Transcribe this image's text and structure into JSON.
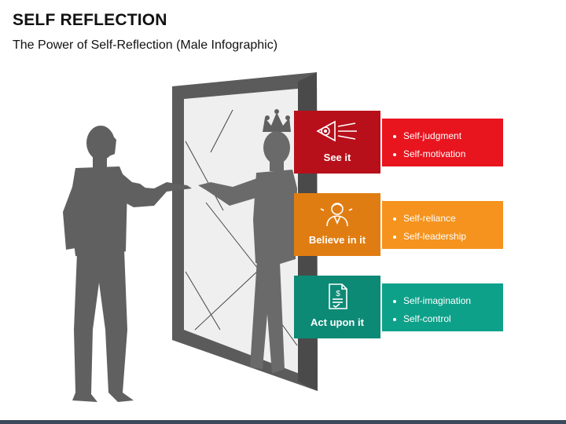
{
  "header": {
    "title": "SELF REFLECTION",
    "subtitle": "The Power of Self-Reflection (Male Infographic)"
  },
  "colors": {
    "silhouette": "#606060",
    "mirror_frame": "#5b5b5b",
    "mirror_glass": "#efefef",
    "red_dark": "#b8101a",
    "red": "#e8141e",
    "orange_dark": "#e07d12",
    "orange": "#f5931e",
    "teal_dark": "#0d8a76",
    "teal": "#0ea18a",
    "footer": "#3c4a5c"
  },
  "steps": [
    {
      "label": "See it",
      "icon": "eye-vision-icon",
      "items": [
        "Self-judgment",
        "Self-motivation"
      ]
    },
    {
      "label": "Believe in it",
      "icon": "person-confidence-icon",
      "items": [
        "Self-reliance",
        "Self-leadership"
      ]
    },
    {
      "label": "Act upon it",
      "icon": "document-dollar-icon",
      "items": [
        "Self-imagination",
        "Self-control"
      ]
    }
  ]
}
